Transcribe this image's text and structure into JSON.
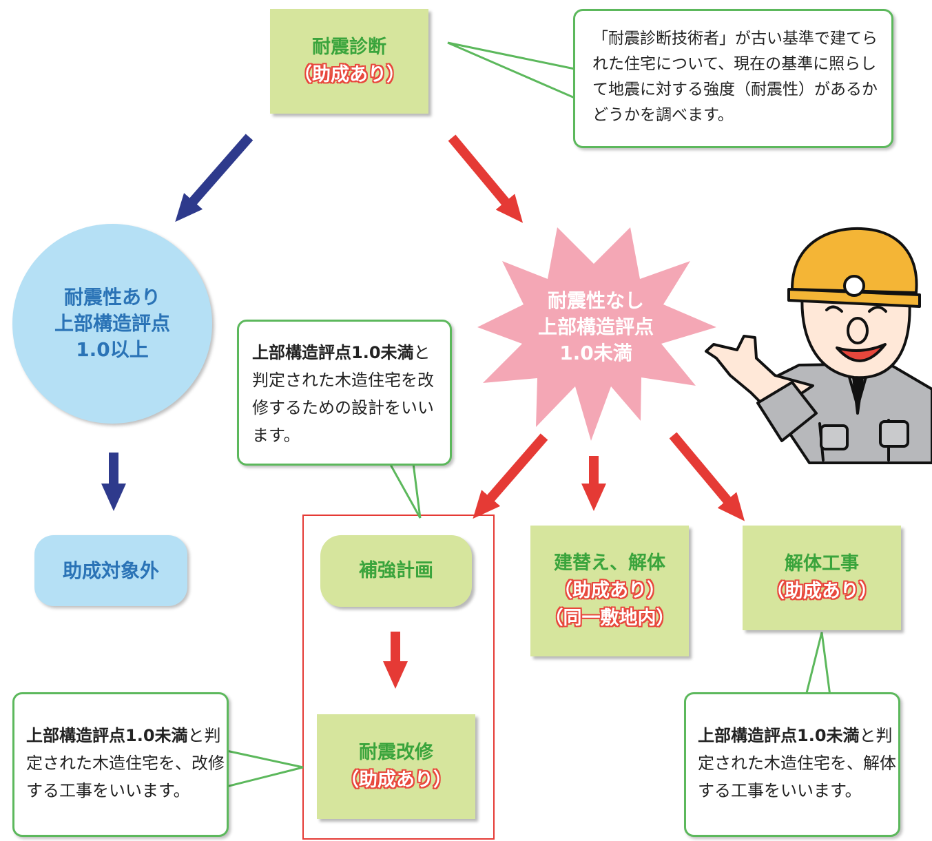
{
  "diagnosis": {
    "title": "耐震診断",
    "subsidy": "（助成あり）"
  },
  "diagnosis_note": "「耐震診断技術者」が古い基準で建てられた住宅について、現在の基準に照らして地震に対する強度（耐震性）があるかどうかを調べます。",
  "resistant": {
    "line1": "耐震性あり",
    "line2": "上部構造評点",
    "line3": "1.0以上"
  },
  "not_resistant": {
    "line1": "耐震性なし",
    "line2": "上部構造評点",
    "line3": "1.0未満"
  },
  "not_eligible": "助成対象外",
  "plan_note": {
    "bold": "上部構造評点1.0未満",
    "rest": "と判定された木造住宅を改修するための設計をいいます。"
  },
  "reinforcement_plan": "補強計画",
  "retrofit": {
    "title": "耐震改修",
    "subsidy": "（助成あり）"
  },
  "retrofit_note": {
    "bold": "上部構造評点1.0未満",
    "rest": "と判定された木造住宅を、改修する工事をいいます。"
  },
  "rebuild": {
    "title": "建替え、解体",
    "subsidy": "（助成あり）",
    "condition": "（同一敷地内）"
  },
  "demolition": {
    "title": "解体工事",
    "subsidy": "（助成あり）"
  },
  "demolition_note": {
    "bold": "上部構造評点1.0未満",
    "rest": "と判定された木造住宅を、解体する工事をいいます。"
  },
  "colors": {
    "box_green": "#d6e59d",
    "text_green": "#3aa43c",
    "subsidy_red": "#e8473c",
    "arrow_blue": "#2e3a8c",
    "arrow_red": "#e53a35",
    "circle_blue": "#b5e0f5",
    "star_pink": "#f4a7b5",
    "bubble_border": "#5cb85c",
    "frame_red": "#e53a35"
  }
}
